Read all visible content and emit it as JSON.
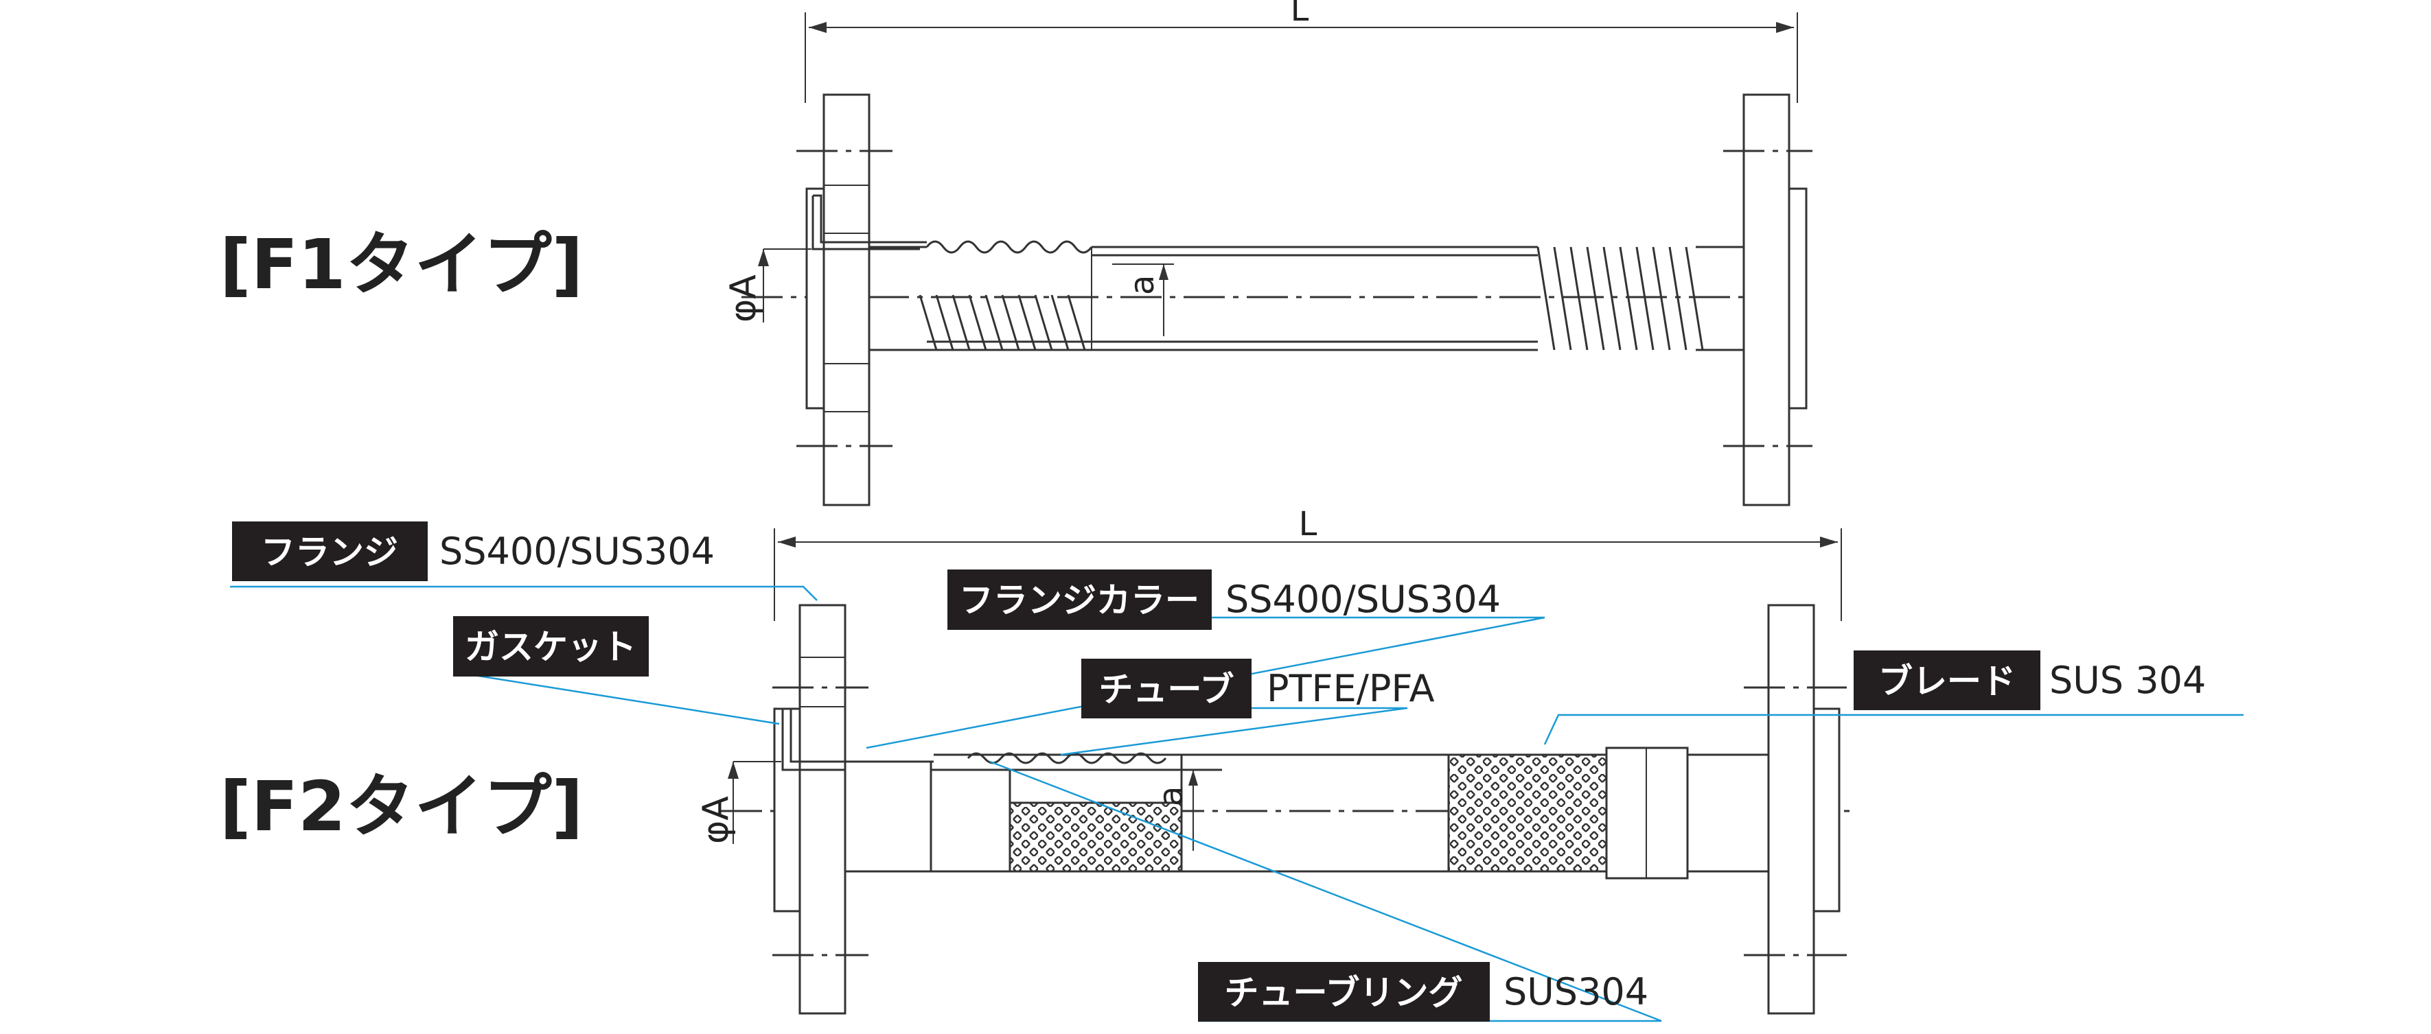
{
  "f1": {
    "title": "[F1タイプ]",
    "dim_L": "L",
    "dim_A": "φA",
    "dim_a": "a"
  },
  "f2": {
    "title": "[F2タイプ]",
    "dim_L": "L",
    "dim_A": "φA",
    "dim_a": "a",
    "parts": [
      {
        "label": "フランジ",
        "material": "SS400/SUS304"
      },
      {
        "label": "フランジカラー",
        "material": "SS400/SUS304"
      },
      {
        "label": "ガスケット",
        "material": ""
      },
      {
        "label": "チューブ",
        "material": "PTFE/PFA"
      },
      {
        "label": "ブレード",
        "material": "SUS 304"
      },
      {
        "label": "チューブリング",
        "material": "SUS304"
      }
    ]
  },
  "colors": {
    "line": "#333333",
    "leader": "#1a9ad6",
    "tag_bg": "#231f20",
    "tag_text": "#ffffff"
  }
}
